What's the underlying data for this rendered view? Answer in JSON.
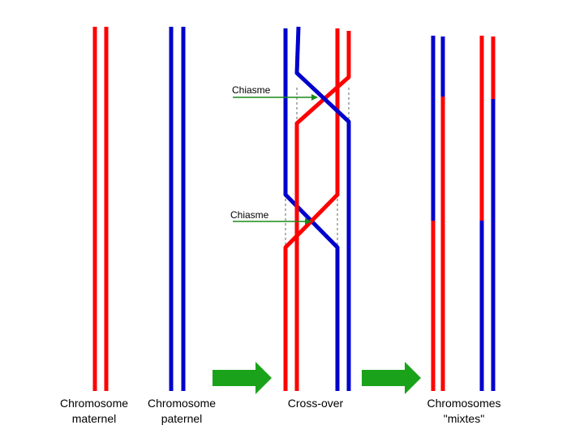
{
  "labels": {
    "maternal_line1": "Chromosome",
    "maternal_line2": "maternel",
    "paternal_line1": "Chromosome",
    "paternal_line2": "paternel",
    "crossover": "Cross-over",
    "mixed_line1": "Chromosomes",
    "mixed_line2": "\"mixtes\"",
    "chiasma_top": "Chiasme",
    "chiasma_bottom": "Chiasme"
  },
  "colors": {
    "maternal": "#ff0000",
    "paternal": "#0000cc",
    "arrow": "#1aa31a",
    "chiasma_pointer": "#1a8a1a",
    "dashed": "#666666"
  }
}
